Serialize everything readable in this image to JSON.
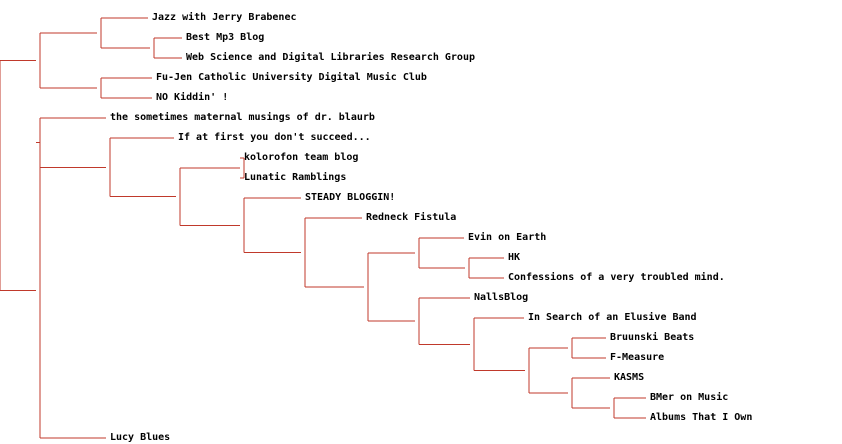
{
  "colors": {
    "branch": "#c0392b",
    "label": "#000000",
    "background": "#ffffff"
  },
  "leaves": [
    "Jazz with Jerry Brabenec",
    "Best Mp3 Blog",
    "Web Science and Digital Libraries Research Group",
    "Fu-Jen Catholic University Digital Music Club",
    "NO Kiddin' !",
    "the sometimes maternal musings of dr. blaurb",
    "If at first you don't succeed...",
    "kolorofon team blog",
    "Lunatic Ramblings",
    "STEADY BLOGGIN!",
    "Redneck Fistula",
    "Evin on Earth",
    "HK",
    "Confessions of a very troubled mind.",
    "NallsBlog",
    "In Search of an Elusive Band",
    "Bruunski Beats",
    "F-Measure",
    "KASMS",
    "BMer on Music",
    "Albums That I Own",
    "Lucy Blues"
  ]
}
